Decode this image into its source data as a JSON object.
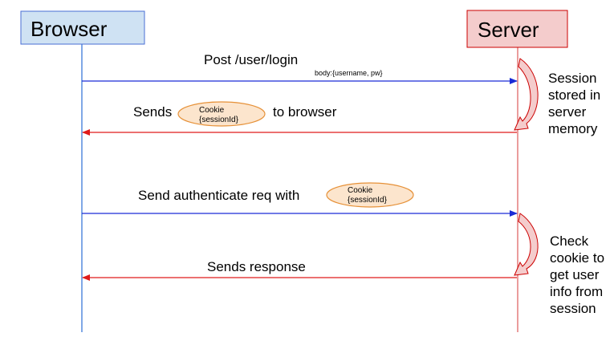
{
  "actors": {
    "browser": {
      "label": "Browser"
    },
    "server": {
      "label": "Server"
    }
  },
  "messages": {
    "login": {
      "label": "Post /user/login",
      "sublabel": "body:{username, pw}"
    },
    "sends_cookie": {
      "label_before": "Sends",
      "label_after": "to browser"
    },
    "auth_request": {
      "label": "Send authenticate req with"
    },
    "response": {
      "label": "Sends response"
    }
  },
  "cookie": {
    "title": "Cookie",
    "value": "{sessionId}"
  },
  "notes": {
    "session_stored": [
      "Session",
      "stored in",
      "server",
      "memory"
    ],
    "check_cookie": [
      "Check",
      "cookie to",
      "get user",
      "info from",
      "session"
    ]
  },
  "colors": {
    "request_arrow": "#1a2bd6",
    "response_arrow": "#e01b1b",
    "browser_fill": "#cfe2f3",
    "server_fill": "#f4cccc",
    "cookie_fill": "#fce5cd"
  }
}
